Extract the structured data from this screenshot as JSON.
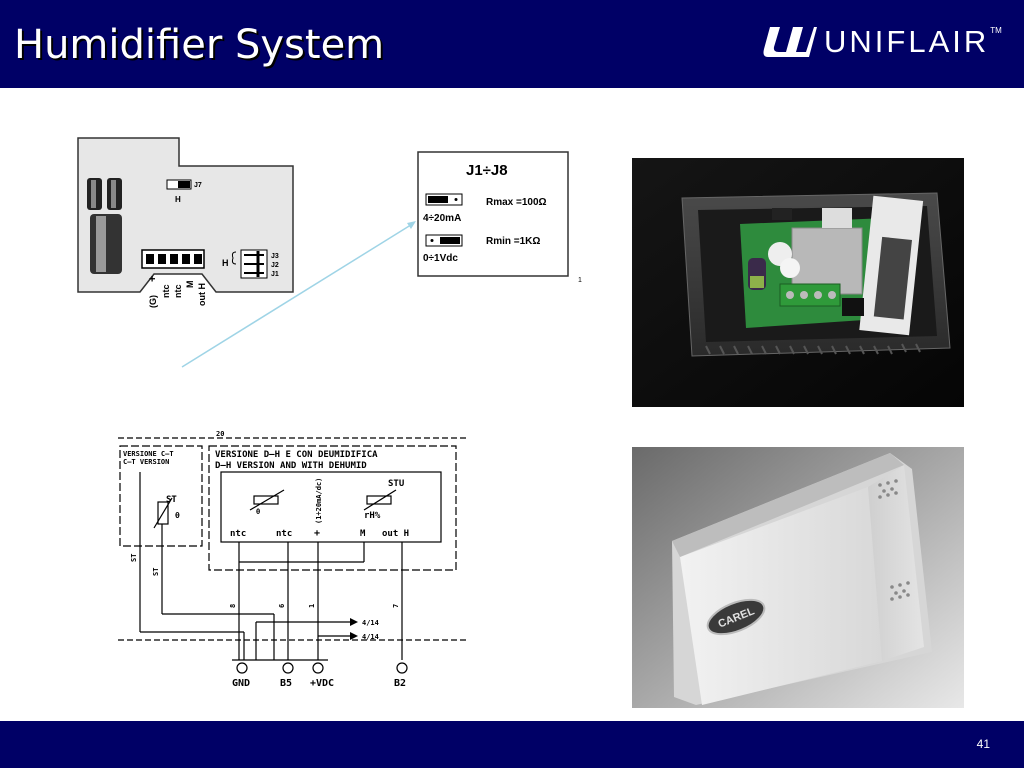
{
  "slide": {
    "title": "Humidifier System",
    "page_number": "41"
  },
  "logo": {
    "text": "UNIFLAIR",
    "tm": "TM"
  },
  "board_diagram": {
    "jumper_top": "J7",
    "jumper_top_sub": "H",
    "pins": [
      "(G)",
      "+",
      "ntc",
      "ntc",
      "M",
      "out H"
    ],
    "side_label": "H",
    "jumpers": [
      "J3",
      "J2",
      "J1"
    ]
  },
  "jumper_table": {
    "title": "J1÷J8",
    "row1_mode": "4÷20mA",
    "row1_value": "Rmax =100Ω",
    "row2_mode": "0÷1Vdc",
    "row2_value": "Rmin =1KΩ",
    "page_mark": "1"
  },
  "wiring": {
    "dim": "20",
    "left_title_1": "VERSIONE C—T",
    "left_title_2": "C—T VERSION",
    "right_title_1": "VERSIONE D—H E CON DEUMIDIFICA",
    "right_title_2": "D—H VERSION AND WITH DEHUMID",
    "st": "ST",
    "st_sub": "θ",
    "stu": "STU",
    "theta": "θ",
    "rh": "rH%",
    "range": "(1÷20mA/dc)",
    "terminals": [
      "ntc",
      "ntc",
      "+",
      "M",
      "out H"
    ],
    "left_wire_1": "ST",
    "left_wire_2": "ST",
    "wire_marks": [
      "8",
      "6",
      "1",
      "7"
    ],
    "signal_1": "4/14",
    "signal_2": "4/14",
    "bottom": [
      "GND",
      "B5",
      "+VDC",
      "B2"
    ]
  },
  "photo_enclosure": {
    "brand": "CAREL"
  }
}
